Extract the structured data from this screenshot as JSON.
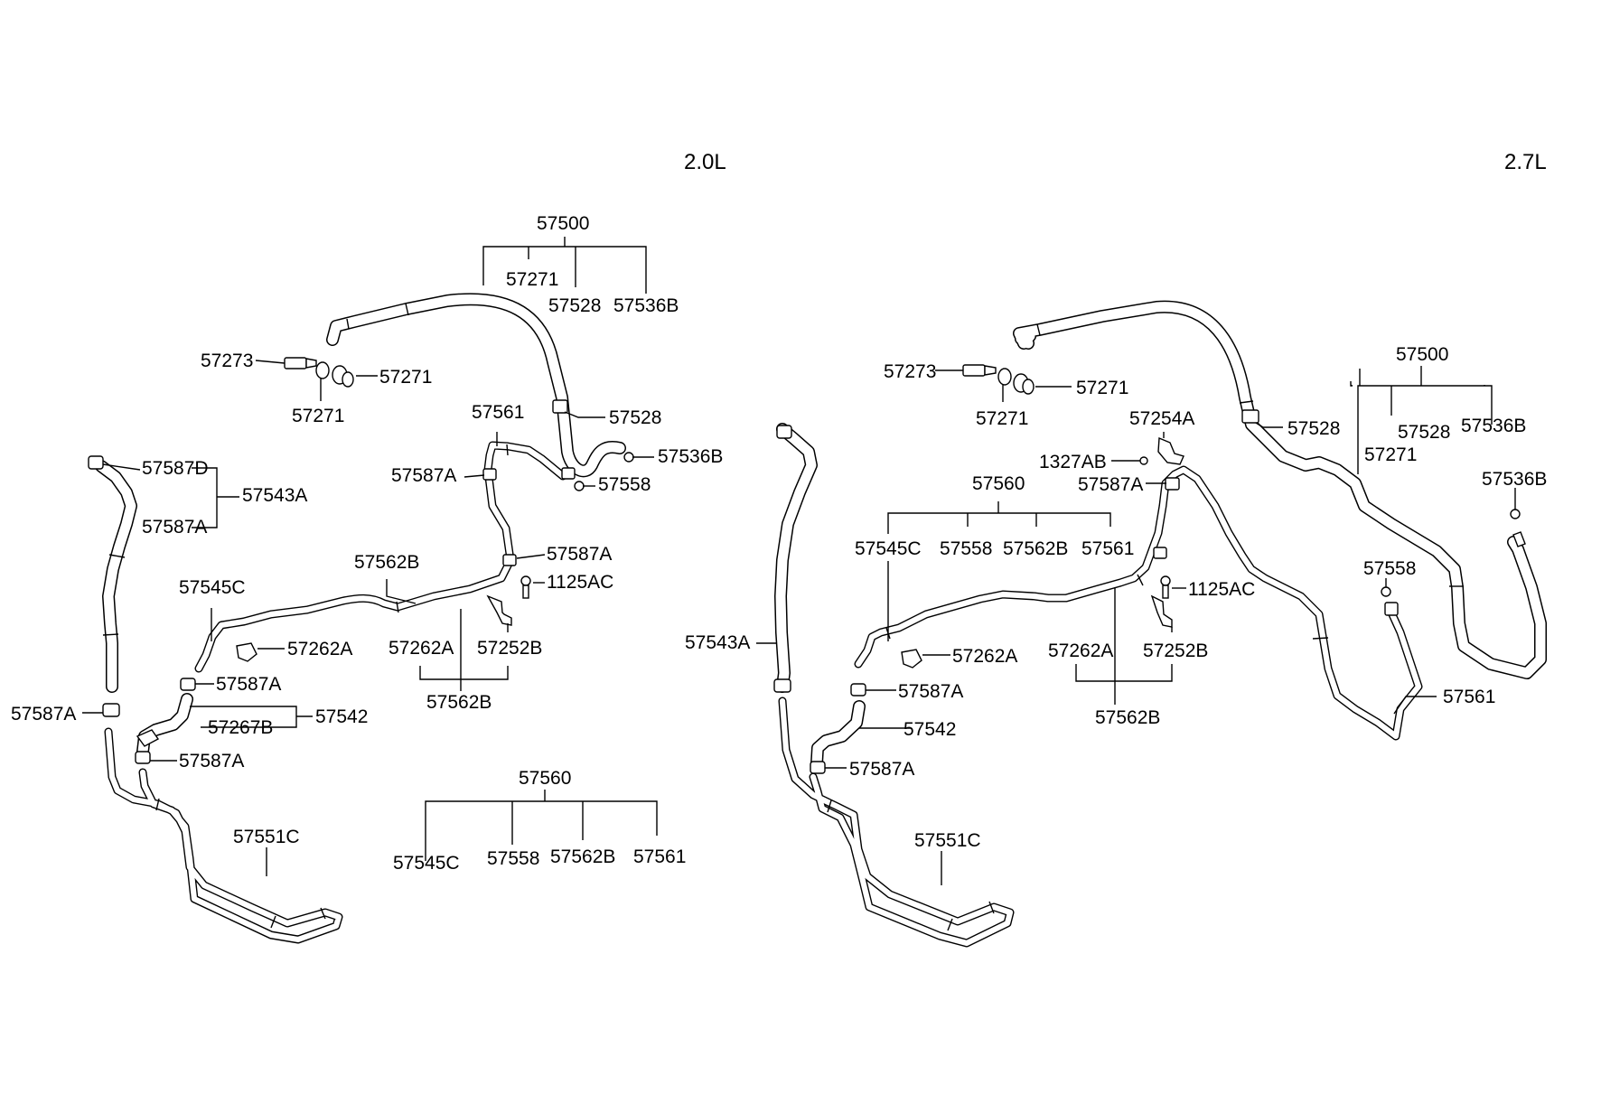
{
  "titles": {
    "left": "2.0L",
    "right": "2.7L"
  },
  "left": {
    "p57500": "57500",
    "p57271_top": "57271",
    "p57528_top": "57528",
    "p57536B_top": "57536B",
    "p57273": "57273",
    "p57271_ring": "57271",
    "p57271_low": "57271",
    "p57528": "57528",
    "p57536B": "57536B",
    "p57561": "57561",
    "p57558": "57558",
    "p57587A_a": "57587A",
    "p57587D": "57587D",
    "p57543A": "57543A",
    "p57587A_b": "57587A",
    "p57587A_c": "57587A",
    "p1125AC": "1125AC",
    "p57562B_top": "57562B",
    "p57545C": "57545C",
    "p57262A_clip": "57262A",
    "p57262A": "57262A",
    "p57252B": "57252B",
    "p57562B_bot": "57562B",
    "p57587A_d": "57587A",
    "p57587A_e": "57587A",
    "p57542": "57542",
    "p57267B": "57267B",
    "p57587A_f": "57587A",
    "p57551C": "57551C",
    "kit_head": "57560",
    "kit_a": "57545C",
    "kit_b": "57558",
    "kit_c": "57562B",
    "kit_d": "57561"
  },
  "right": {
    "p57273": "57273",
    "p57271": "57271",
    "p57271_low": "57271",
    "p57254A": "57254A",
    "p1327AB": "1327AB",
    "p57587A_a": "57587A",
    "p57528": "57528",
    "p57500": "57500",
    "p57271_tree": "57271",
    "p57528_tree": "57528",
    "p57536B_tree": "57536B",
    "p57536B": "57536B",
    "p57558": "57558",
    "p57561": "57561",
    "p57543A": "57543A",
    "kit_head": "57560",
    "kit_a": "57545C",
    "kit_b": "57558",
    "kit_c": "57562B",
    "kit_d": "57561",
    "p1125AC": "1125AC",
    "p57262A_clip": "57262A",
    "p57262A": "57262A",
    "p57252B": "57252B",
    "p57562B": "57562B",
    "p57587A_b": "57587A",
    "p57542": "57542",
    "p57587A_c": "57587A",
    "p57551C": "57551C"
  }
}
